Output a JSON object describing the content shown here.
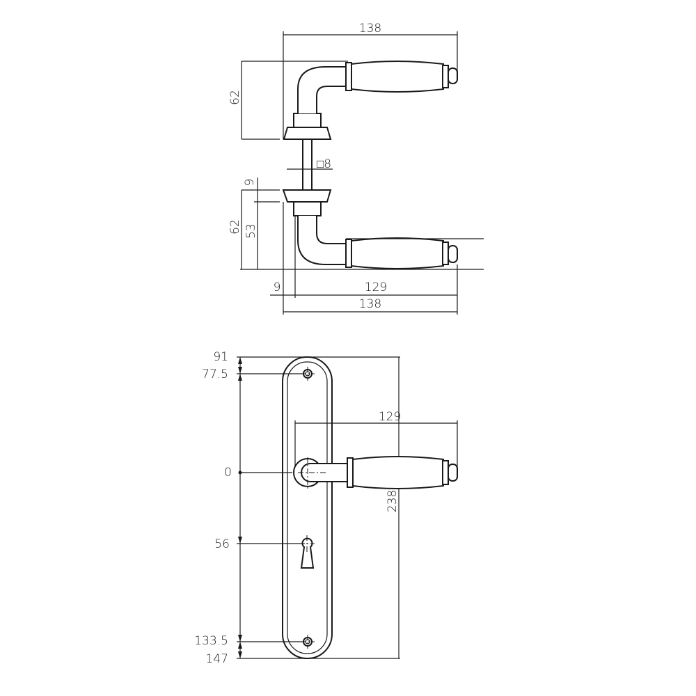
{
  "top_view": {
    "overall_length_top": "138",
    "handle_height_top": "62",
    "spindle_square": "□8",
    "rose_thickness": "9",
    "handle_height_bottom": "62",
    "handle_height_inner": "53",
    "rose_offset": "9",
    "lever_length": "129",
    "overall_length_bottom": "138"
  },
  "front_view": {
    "plate_top": "91",
    "top_screw": "77.5",
    "handle_axis": "0",
    "keyhole": "56",
    "bottom_screw": "133.5",
    "plate_bottom": "147",
    "plate_height": "238",
    "lever_length": "129"
  }
}
